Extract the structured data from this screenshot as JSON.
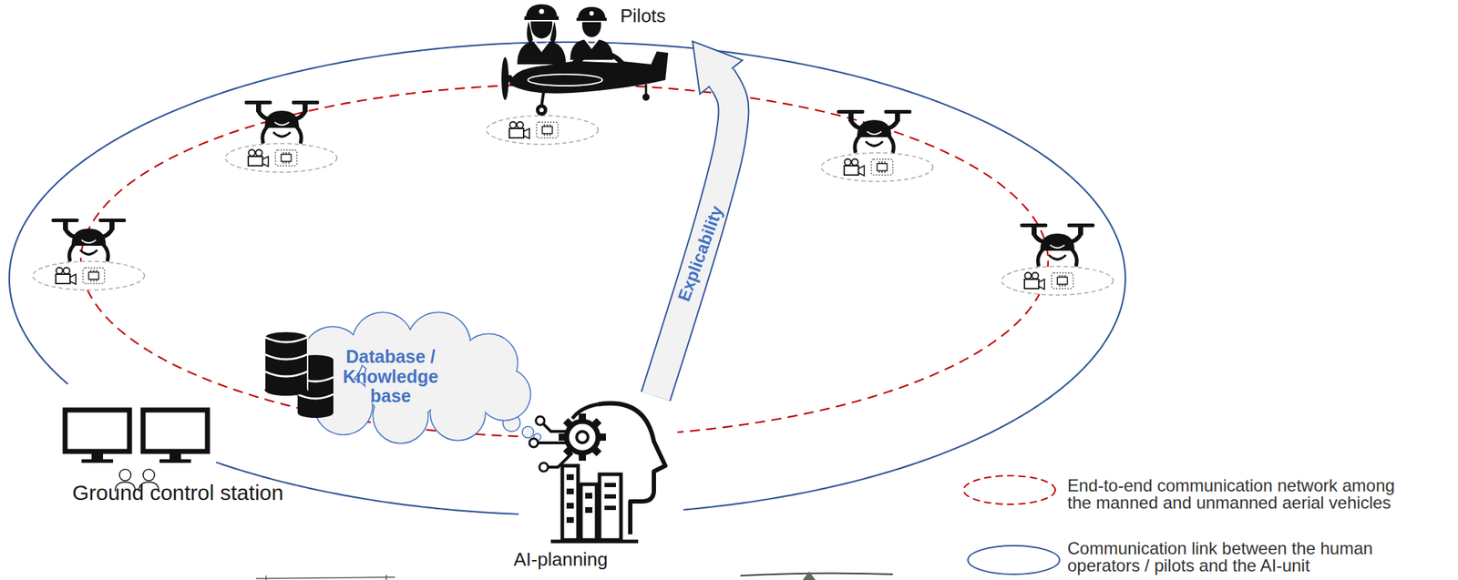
{
  "diagram": {
    "nodes": [
      {
        "text": [
          "Pilots"
        ]
      },
      {
        "text": [
          "Database / Knowledge base"
        ]
      },
      {
        "text": [
          "Ground control station"
        ]
      },
      {
        "text": [
          "AI-planning"
        ]
      }
    ],
    "edges": [
      {
        "from": 3,
        "to": 0,
        "arrow": "to",
        "label": "Explicability"
      }
    ],
    "legend": [
      {
        "text": "End-to-end communication network among the manned and unmanned aerial vehicles"
      },
      {
        "text": "Communication link between the human operators / pilots and the AI-unit"
      }
    ]
  }
}
